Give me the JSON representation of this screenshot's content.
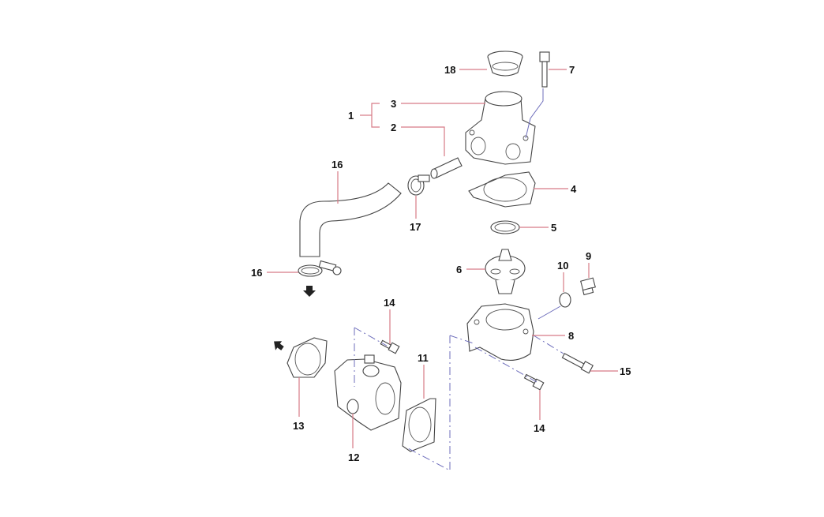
{
  "diagram": {
    "type": "exploded-parts-diagram",
    "callouts": {
      "c1": "1",
      "c2": "2",
      "c3": "3",
      "c4": "4",
      "c5": "5",
      "c6": "6",
      "c7": "7",
      "c8": "8",
      "c9": "9",
      "c10": "10",
      "c11": "11",
      "c12": "12",
      "c13": "13",
      "c14a": "14",
      "c14b": "14",
      "c15": "15",
      "c16a": "16",
      "c16b": "16",
      "c17": "17",
      "c18": "18"
    },
    "colors": {
      "leader": "#d77a86",
      "guide": "#6d6dbb",
      "outline": "#444444"
    }
  }
}
